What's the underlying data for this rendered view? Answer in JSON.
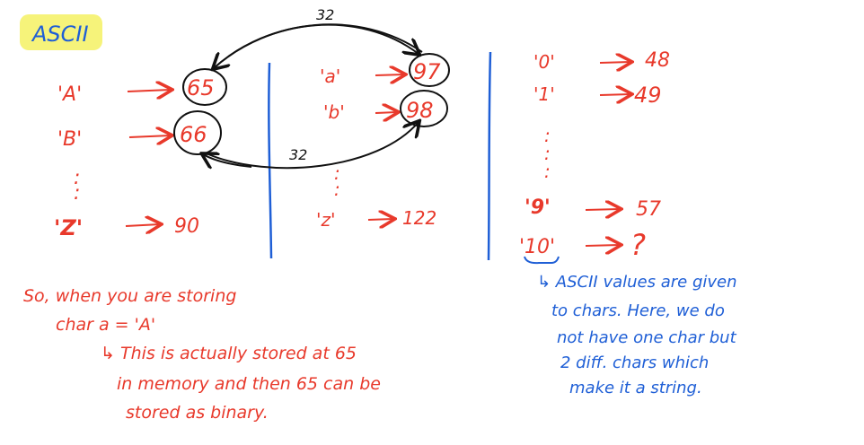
{
  "title": "ASCII",
  "colors": {
    "red": "#e8392b",
    "blue": "#1f5fd6",
    "black": "#111111",
    "highlight": "#f6f37a"
  },
  "upper": {
    "chars": [
      "'A'",
      "'B'",
      "'Z'"
    ],
    "values": [
      "65",
      "66",
      "90"
    ],
    "dots": ":"
  },
  "lower": {
    "chars": [
      "'a'",
      "'b'",
      "'z'"
    ],
    "values": [
      "97",
      "98",
      "122"
    ]
  },
  "digits": {
    "chars": [
      "'0'",
      "'1'",
      "'9'",
      "'10'"
    ],
    "values": [
      "48",
      "49",
      "57",
      "?"
    ]
  },
  "arrow_labels": {
    "top": "32",
    "bottom": "32"
  },
  "note_red": [
    "So, when you are storing",
    "char a = 'A'",
    "↳ This is actually stored at 65",
    "in memory and then 65 can be",
    "stored as binary."
  ],
  "note_blue": [
    "↳ ASCII values are given",
    "to chars. Here, we do",
    "not have one char but",
    "2 diff. chars which",
    "make it a string."
  ]
}
